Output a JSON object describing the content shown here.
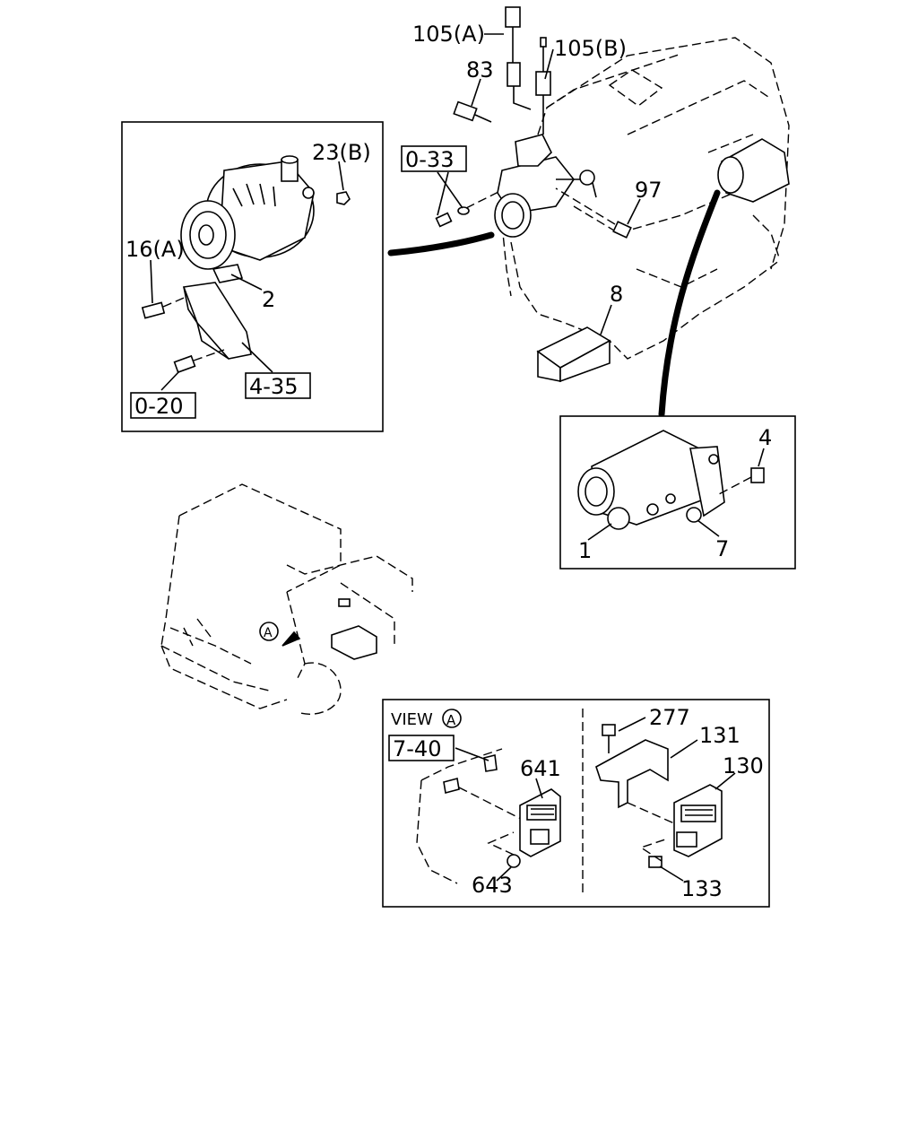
{
  "callouts": {
    "p105a": "105(A)",
    "p105b": "105(B)",
    "p83": "83",
    "p97": "97",
    "p8": "8",
    "p23b": "23(B)",
    "p16a": "16(A)",
    "p2": "2",
    "p4": "4",
    "p1": "1",
    "p7": "7",
    "p277": "277",
    "p131": "131",
    "p130": "130",
    "p133": "133",
    "p641": "641",
    "p643": "643"
  },
  "refs": {
    "r033": "0-33",
    "r020": "0-20",
    "r435": "4-35",
    "r740": "7-40"
  },
  "view": {
    "label": "VIEW",
    "marker": "A"
  }
}
